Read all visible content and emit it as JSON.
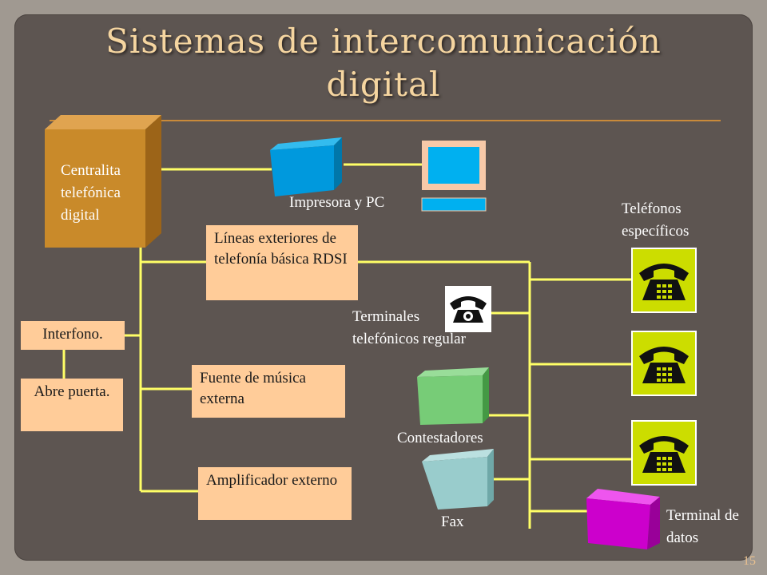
{
  "slide": {
    "title_line1": "Sistemas de intercomunicación",
    "title_line2": "digital",
    "page_number": "15"
  },
  "diagram": {
    "pbx_line1": "Centralita",
    "pbx_line2": "telefónica",
    "pbx_line3": "digital",
    "printer_pc_label": "Impresora y PC",
    "external_lines_label": "Líneas exteriores de telefonía básica RDSI",
    "interphone_label": "Interfono.",
    "door_opener_label": "Abre puerta.",
    "music_source_label": "Fuente de música externa",
    "amplifier_label": "Amplificador externo",
    "regular_terminals_line1": "Terminales",
    "regular_terminals_line2": "telefónicos regular",
    "answering_machines_label": "Contestadores",
    "fax_label": "Fax",
    "specific_phones_line1": "Teléfonos",
    "specific_phones_line2": "específicos",
    "data_terminal_line1": "Terminal de",
    "data_terminal_line2": "datos"
  },
  "colors": {
    "wire": "#ffff66",
    "box_fill": "#ffcc99",
    "pbx_fill": "#c98a2a",
    "printer_fill": "#0099dd",
    "monitor_screen": "#00b0f0",
    "answering_fill": "#77cc77",
    "fax_fill": "#99cccc",
    "data_terminal_fill": "#cc00cc",
    "phone_bg": "#ccdd00"
  }
}
